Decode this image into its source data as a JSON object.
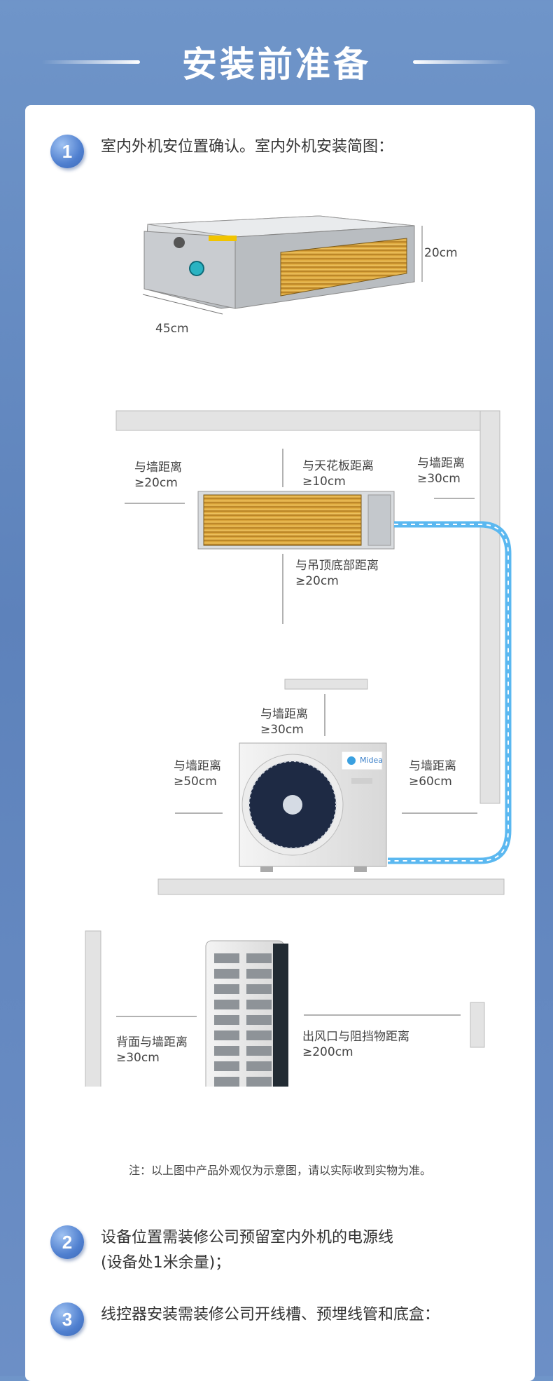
{
  "header": {
    "title": "安装前准备"
  },
  "steps": [
    {
      "number": "1",
      "text": "室内外机安位置确认。室内外机安装简图："
    },
    {
      "number": "2",
      "line1": "设备位置需装修公司预留室内外机的电源线",
      "line2": "(设备处1米余量)；"
    },
    {
      "number": "3",
      "text": "线控器安装需装修公司开线槽、预埋线管和底盒："
    }
  ],
  "indoor_unit": {
    "depth": "45cm",
    "height": "20cm"
  },
  "clearances": {
    "indoor_left_title": "与墙距离",
    "indoor_left_value": "≥20cm",
    "indoor_top_title": "与天花板距离",
    "indoor_top_value": "≥10cm",
    "indoor_right_title": "与墙距离",
    "indoor_right_value": "≥30cm",
    "indoor_bottom_title": "与吊顶底部距离",
    "indoor_bottom_value": "≥20cm",
    "outdoor_top_title": "与墙距离",
    "outdoor_top_value": "≥30cm",
    "outdoor_left_title": "与墙距离",
    "outdoor_left_value": "≥50cm",
    "outdoor_right_title": "与墙距离",
    "outdoor_right_value": "≥60cm",
    "side_back_title": "背面与墙距离",
    "side_back_value": "≥30cm",
    "side_front_title": "出风口与阻挡物距离",
    "side_front_value": "≥200cm"
  },
  "brand": "Midea",
  "note": "注：以上图中产品外观仅为示意图，请以实际收到实物为准。",
  "colors": {
    "accent": "#5b86c8",
    "pipe": "#5bb8f0",
    "fin": "#d9a93a",
    "wall": "#d9d9d9"
  }
}
